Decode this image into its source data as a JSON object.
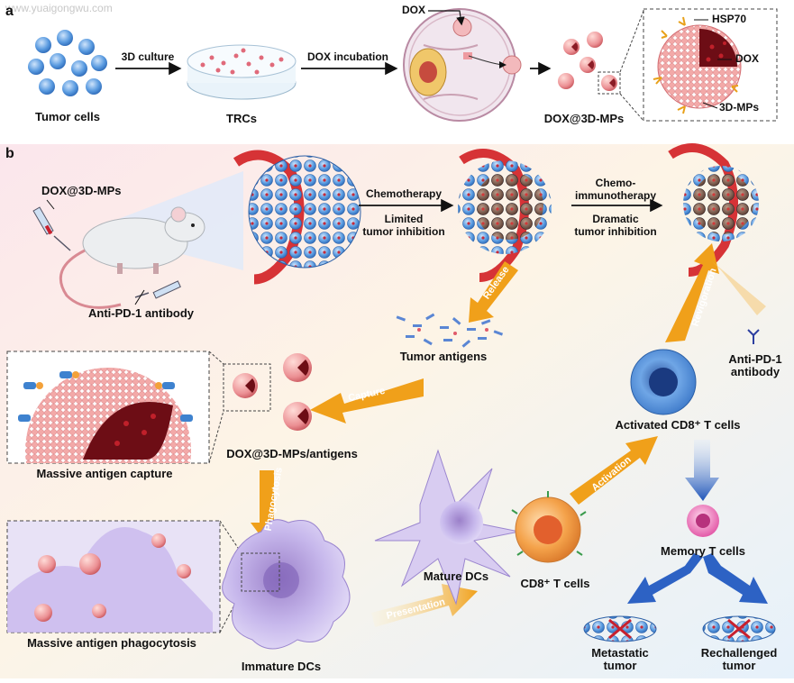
{
  "watermark": "www.yuaigongwu.com",
  "panel_a": {
    "letter": "a",
    "tumor_cells": "Tumor cells",
    "step1": "3D culture",
    "trcs": "TRCs",
    "step2": "DOX incubation",
    "dox_top": "DOX",
    "product": "DOX@3D-MPs",
    "inset_hsp70": "HSP70",
    "inset_dox": "DOX",
    "inset_mps": "3D-MPs"
  },
  "panel_b": {
    "letter": "b",
    "injection": "DOX@3D-MPs",
    "antibody_injection": "Anti-PD-1 antibody",
    "chemo_top": "Chemotherapy",
    "chemo_bottom_1": "Limited",
    "chemo_bottom_2": "tumor inhibition",
    "chemoimmuno_top_1": "Chemo-",
    "chemoimmuno_top_2": "immunotherapy",
    "chemoimmuno_bottom_1": "Dramatic",
    "chemoimmuno_bottom_2": "tumor inhibition",
    "release": "Release",
    "tumor_antigens": "Tumor antigens",
    "capture": "Capture",
    "mps_antigens": "DOX@3D-MPs/antigens",
    "massive_capture": "Massive antigen capture",
    "phagocytosis": "Phagocytosis",
    "massive_phago": "Massive antigen phagocytosis",
    "immature_dcs": "Immature DCs",
    "presentation": "Presentation",
    "mature_dcs": "Mature DCs",
    "cd8_t_cells": "CD8⁺ T cells",
    "activation": "Activation",
    "activated_cd8": "Activated CD8⁺ T cells",
    "revigoration": "Revigoration",
    "anti_pd1_1": "Anti-PD-1",
    "anti_pd1_2": "antibody",
    "memory_t": "Memory T cells",
    "metastatic_1": "Metastatic",
    "metastatic_2": "tumor",
    "rechallenged_1": "Rechallenged",
    "rechallenged_2": "tumor"
  },
  "colors": {
    "arrow_orange": "#f2a21c",
    "arrow_blue": "#2d62c4",
    "tumor_blue": "#4f8fd6",
    "particle_pink": "#e98a8e",
    "dox_red": "#c0202a",
    "dc_purple": "#b7a6df",
    "tcell_orange": "#f3a24e"
  }
}
